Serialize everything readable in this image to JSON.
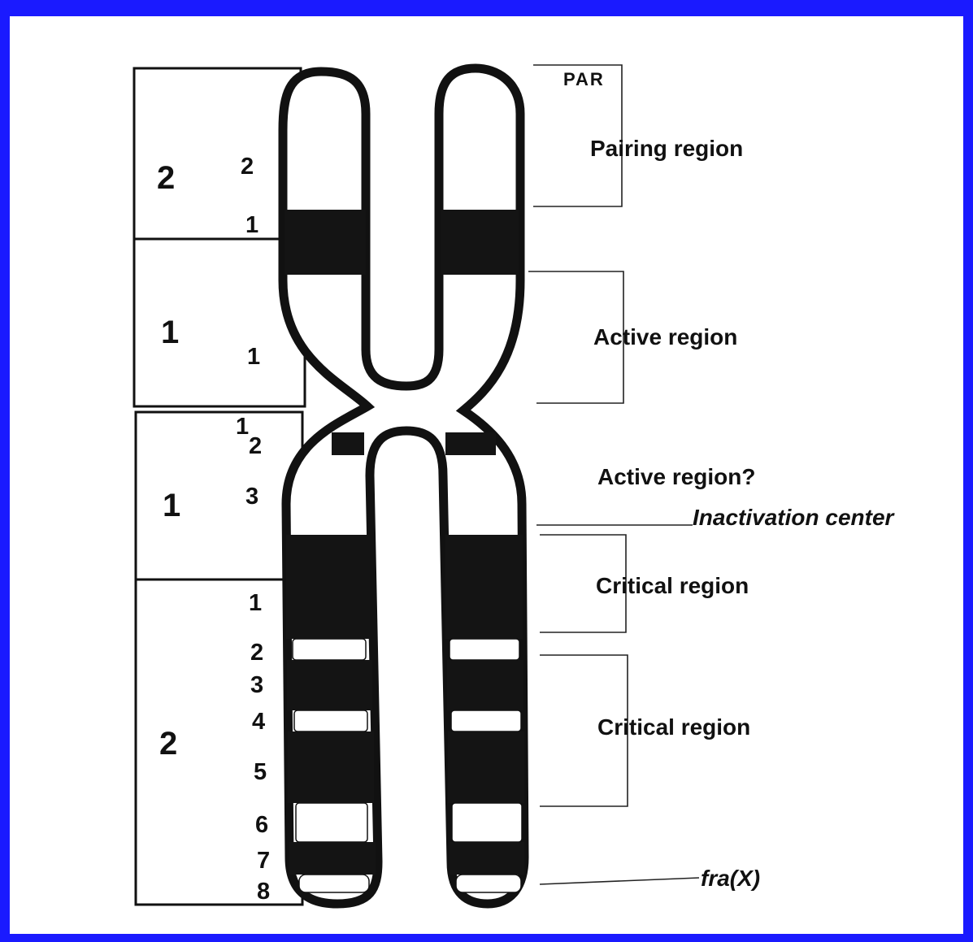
{
  "page": {
    "border_color": "#1a1aff",
    "background": "#ffffff"
  },
  "regions": {
    "par": "PAR",
    "pairing": "Pairing region",
    "active": "Active region",
    "active_q": "Active region?",
    "inactivation": "Inactivation center",
    "critical1": "Critical region",
    "critical2": "Critical region",
    "fragile": "fra(X)"
  },
  "bands": {
    "arm_p_region2": "2",
    "arm_p_region1": "1",
    "arm_q_region1": "1",
    "arm_q_region2": "2",
    "p22": "2",
    "p21": "1",
    "p11": "1",
    "q11": "1",
    "q12": "2",
    "q13": "3",
    "q21": "1",
    "q22": "2",
    "q23": "3",
    "q24": "4",
    "q25": "5",
    "q26": "6",
    "q27": "7",
    "q28": "8"
  }
}
